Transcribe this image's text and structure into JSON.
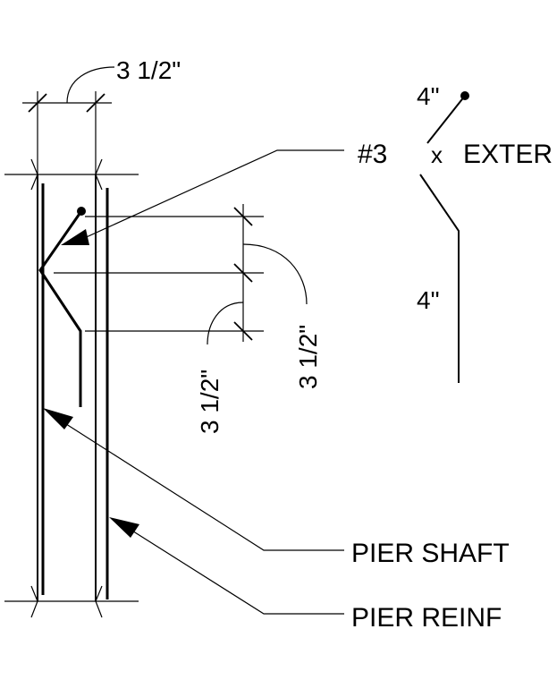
{
  "dimensions": {
    "top_width": "3 1/2\"",
    "upper_spacing": "3 1/2\"",
    "lower_spacing": "3 1/2\""
  },
  "tie_detail": {
    "bar_label": "#3",
    "by_symbol": "x",
    "type_label": "EXTER",
    "hook_length": "4\"",
    "leg_length": "4\""
  },
  "labels": {
    "pier_shaft": "PIER SHAFT",
    "pier_reinf": "PIER REINF"
  }
}
